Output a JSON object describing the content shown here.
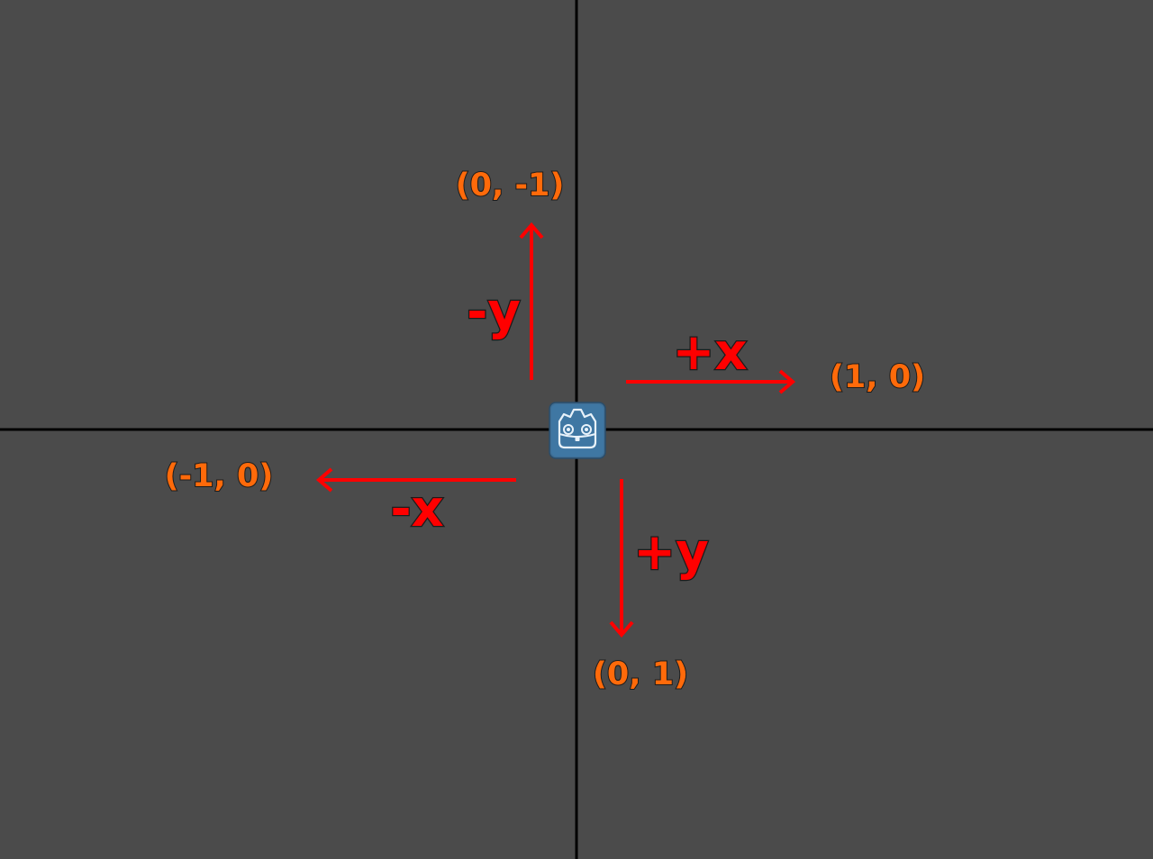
{
  "colors": {
    "background": "#4b4b4b",
    "axis_lines": "#000000",
    "arrows": "#ff0000",
    "coordinate_text": "#ff6a0a",
    "icon_fill": "#478cbf",
    "icon_border": "#2e5f85"
  },
  "icon": {
    "name": "godot-logo-icon"
  },
  "directions": {
    "up": {
      "axis_label": "-y",
      "coordinate": "(0, -1)"
    },
    "right": {
      "axis_label": "+x",
      "coordinate": "(1, 0)"
    },
    "left": {
      "axis_label": "-x",
      "coordinate": "(-1, 0)"
    },
    "down": {
      "axis_label": "+y",
      "coordinate": "(0, 1)"
    }
  }
}
